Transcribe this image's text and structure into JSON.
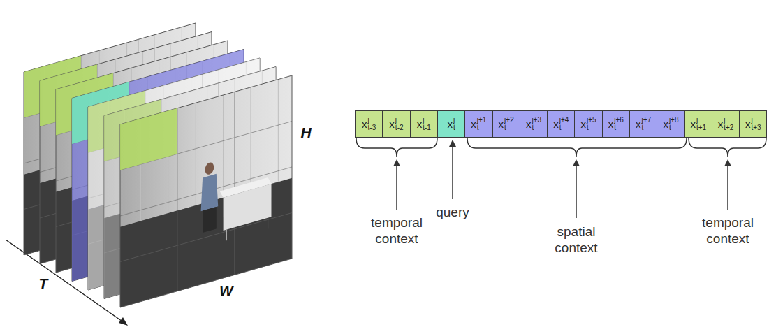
{
  "diagram": {
    "nodes": [
      {
        "text": [
          "x",
          "j",
          "t-3"
        ]
      },
      {
        "text": [
          "x",
          "j",
          "t-2"
        ]
      },
      {
        "text": [
          "x",
          "j",
          "t-1"
        ]
      },
      {
        "text": [
          "x",
          "j",
          "t"
        ]
      },
      {
        "text": [
          "x",
          "j+1",
          "t"
        ]
      },
      {
        "text": [
          "x",
          "j+2",
          "t"
        ]
      },
      {
        "text": [
          "x",
          "j+3",
          "t"
        ]
      },
      {
        "text": [
          "x",
          "j+4",
          "t"
        ]
      },
      {
        "text": [
          "x",
          "j+5",
          "t"
        ]
      },
      {
        "text": [
          "x",
          "j+6",
          "t"
        ]
      },
      {
        "text": [
          "x",
          "j+7",
          "t"
        ]
      },
      {
        "text": [
          "x",
          "j+8",
          "t"
        ]
      },
      {
        "text": [
          "x",
          "j",
          "t+1"
        ]
      },
      {
        "text": [
          "x",
          "j",
          "t+2"
        ]
      },
      {
        "text": [
          "x",
          "j",
          "t+3"
        ]
      }
    ],
    "labels": [
      "T",
      "H",
      "W",
      "temporal context",
      "query",
      "spatial context",
      "temporal context"
    ]
  }
}
